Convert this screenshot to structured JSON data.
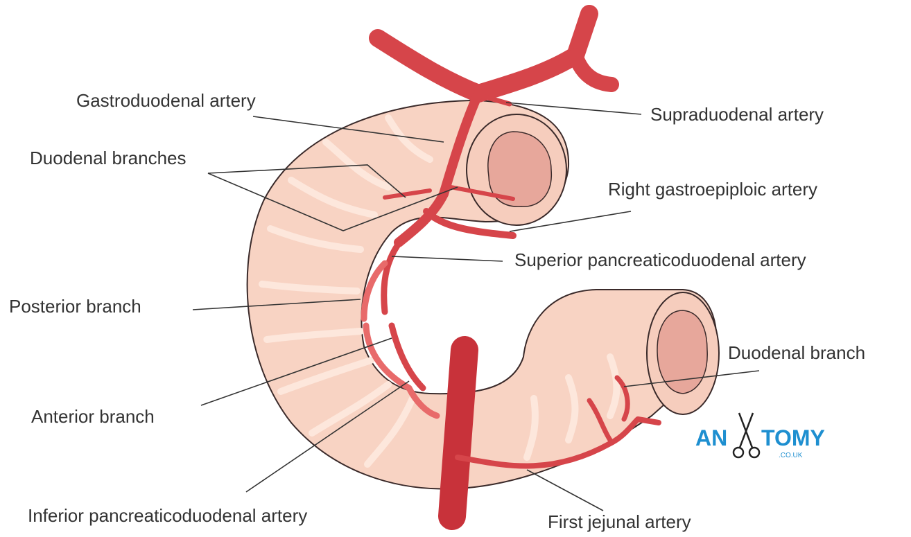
{
  "labels": {
    "gastroduodenal": "Gastroduodenal artery",
    "supraduodenal": "Supraduodenal artery",
    "duodenal_branches": "Duodenal branches",
    "right_gastroepiploic": "Right gastroepiploic artery",
    "superior_pd": "Superior pancreaticoduodenal artery",
    "posterior_branch": "Posterior branch",
    "duodenal_branch": "Duodenal branch",
    "anterior_branch": "Anterior branch",
    "inferior_pd": "Inferior pancreaticoduodenal artery",
    "first_jejunal": "First jejunal artery"
  },
  "logo": {
    "text_left": "AN",
    "text_right": "TOMY",
    "domain": ".CO.UK",
    "color": "#1e8fd0"
  },
  "colors": {
    "artery": "#d6454a",
    "artery_dark": "#a82a30",
    "duodenum_fill": "#f8d3c3",
    "duodenum_fold": "#fde7dc",
    "lumen": "#e7a79b",
    "leader_line": "#333333"
  }
}
